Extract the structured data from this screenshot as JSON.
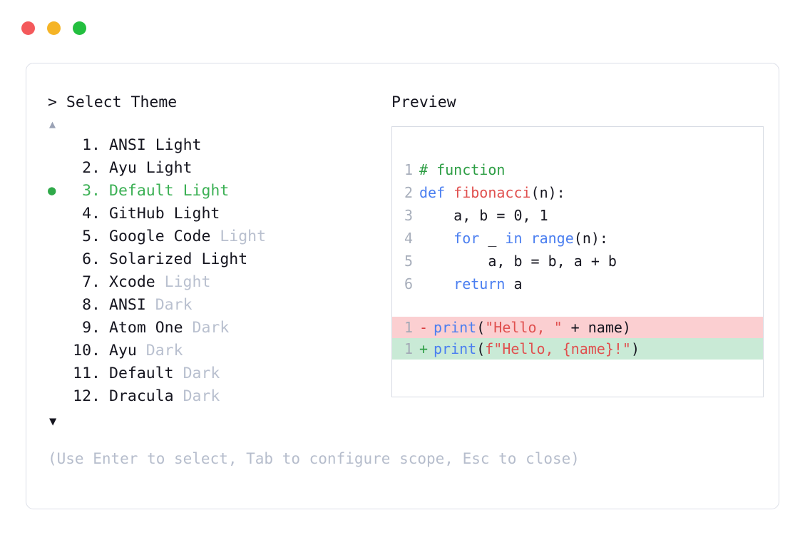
{
  "titlebar": {
    "buttons": [
      {
        "name": "close",
        "color": "#f4595b"
      },
      {
        "name": "minimize",
        "color": "#f5b426"
      },
      {
        "name": "maximize",
        "color": "#23bf3f"
      }
    ]
  },
  "left_panel": {
    "prompt": "> Select Theme",
    "scroll_up": "▲",
    "scroll_down": "▼",
    "selected_index": 3,
    "bullet": "●",
    "items": [
      {
        "number": "1.",
        "name": "ANSI",
        "variant": "Light",
        "variant_dim": false,
        "selected": false
      },
      {
        "number": "2.",
        "name": "Ayu",
        "variant": "Light",
        "variant_dim": false,
        "selected": false
      },
      {
        "number": "3.",
        "name": "Default",
        "variant": "Light",
        "variant_dim": false,
        "selected": true
      },
      {
        "number": "4.",
        "name": "GitHub",
        "variant": "Light",
        "variant_dim": false,
        "selected": false
      },
      {
        "number": "5.",
        "name": "Google Code",
        "variant": "Light",
        "variant_dim": true,
        "selected": false
      },
      {
        "number": "6.",
        "name": "Solarized",
        "variant": "Light",
        "variant_dim": false,
        "selected": false
      },
      {
        "number": "7.",
        "name": "Xcode",
        "variant": "Light",
        "variant_dim": true,
        "selected": false
      },
      {
        "number": "8.",
        "name": "ANSI",
        "variant": "Dark",
        "variant_dim": true,
        "selected": false
      },
      {
        "number": "9.",
        "name": "Atom One",
        "variant": "Dark",
        "variant_dim": true,
        "selected": false
      },
      {
        "number": "10.",
        "name": "Ayu",
        "variant": "Dark",
        "variant_dim": true,
        "selected": false
      },
      {
        "number": "11.",
        "name": "Default",
        "variant": "Dark",
        "variant_dim": true,
        "selected": false
      },
      {
        "number": "12.",
        "name": "Dracula",
        "variant": "Dark",
        "variant_dim": true,
        "selected": false
      }
    ]
  },
  "preview": {
    "label": "Preview",
    "code_lines": [
      {
        "num": "1",
        "tokens": [
          {
            "t": "# function",
            "c": "comment"
          }
        ]
      },
      {
        "num": "2",
        "tokens": [
          {
            "t": "def ",
            "c": "keyword"
          },
          {
            "t": "fibonacci",
            "c": "func"
          },
          {
            "t": "(n):",
            "c": "plain"
          }
        ]
      },
      {
        "num": "3",
        "tokens": [
          {
            "t": "    a, b = ",
            "c": "plain"
          },
          {
            "t": "0",
            "c": "num"
          },
          {
            "t": ", ",
            "c": "plain"
          },
          {
            "t": "1",
            "c": "num"
          }
        ]
      },
      {
        "num": "4",
        "tokens": [
          {
            "t": "    ",
            "c": "plain"
          },
          {
            "t": "for",
            "c": "keyword"
          },
          {
            "t": " _ ",
            "c": "plain"
          },
          {
            "t": "in",
            "c": "keyword"
          },
          {
            "t": " ",
            "c": "plain"
          },
          {
            "t": "range",
            "c": "builtin"
          },
          {
            "t": "(n):",
            "c": "plain"
          }
        ]
      },
      {
        "num": "5",
        "tokens": [
          {
            "t": "        a, b = b, a + b",
            "c": "plain"
          }
        ]
      },
      {
        "num": "6",
        "tokens": [
          {
            "t": "    ",
            "c": "plain"
          },
          {
            "t": "return",
            "c": "keyword"
          },
          {
            "t": " a",
            "c": "plain"
          }
        ]
      }
    ],
    "diff_lines": [
      {
        "num": "1",
        "sign": "-",
        "kind": "removed",
        "tokens": [
          {
            "t": "print",
            "c": "builtin"
          },
          {
            "t": "(",
            "c": "plain"
          },
          {
            "t": "\"Hello, \"",
            "c": "string"
          },
          {
            "t": " + name)",
            "c": "plain"
          }
        ]
      },
      {
        "num": "1",
        "sign": "+",
        "kind": "added",
        "tokens": [
          {
            "t": "print",
            "c": "builtin"
          },
          {
            "t": "(",
            "c": "plain"
          },
          {
            "t": "f\"Hello, {name}!\"",
            "c": "string"
          },
          {
            "t": ")",
            "c": "plain"
          }
        ]
      }
    ]
  },
  "footer": {
    "hint": "(Use Enter to select, Tab to configure scope, Esc to close)"
  },
  "colors": {
    "accent_green": "#3bb054",
    "dim_text": "#b9c0cf",
    "text": "#15151f",
    "border": "#dcdfe8",
    "diff_removed_bg": "#fbcfd1",
    "diff_added_bg": "#c9ead6"
  }
}
